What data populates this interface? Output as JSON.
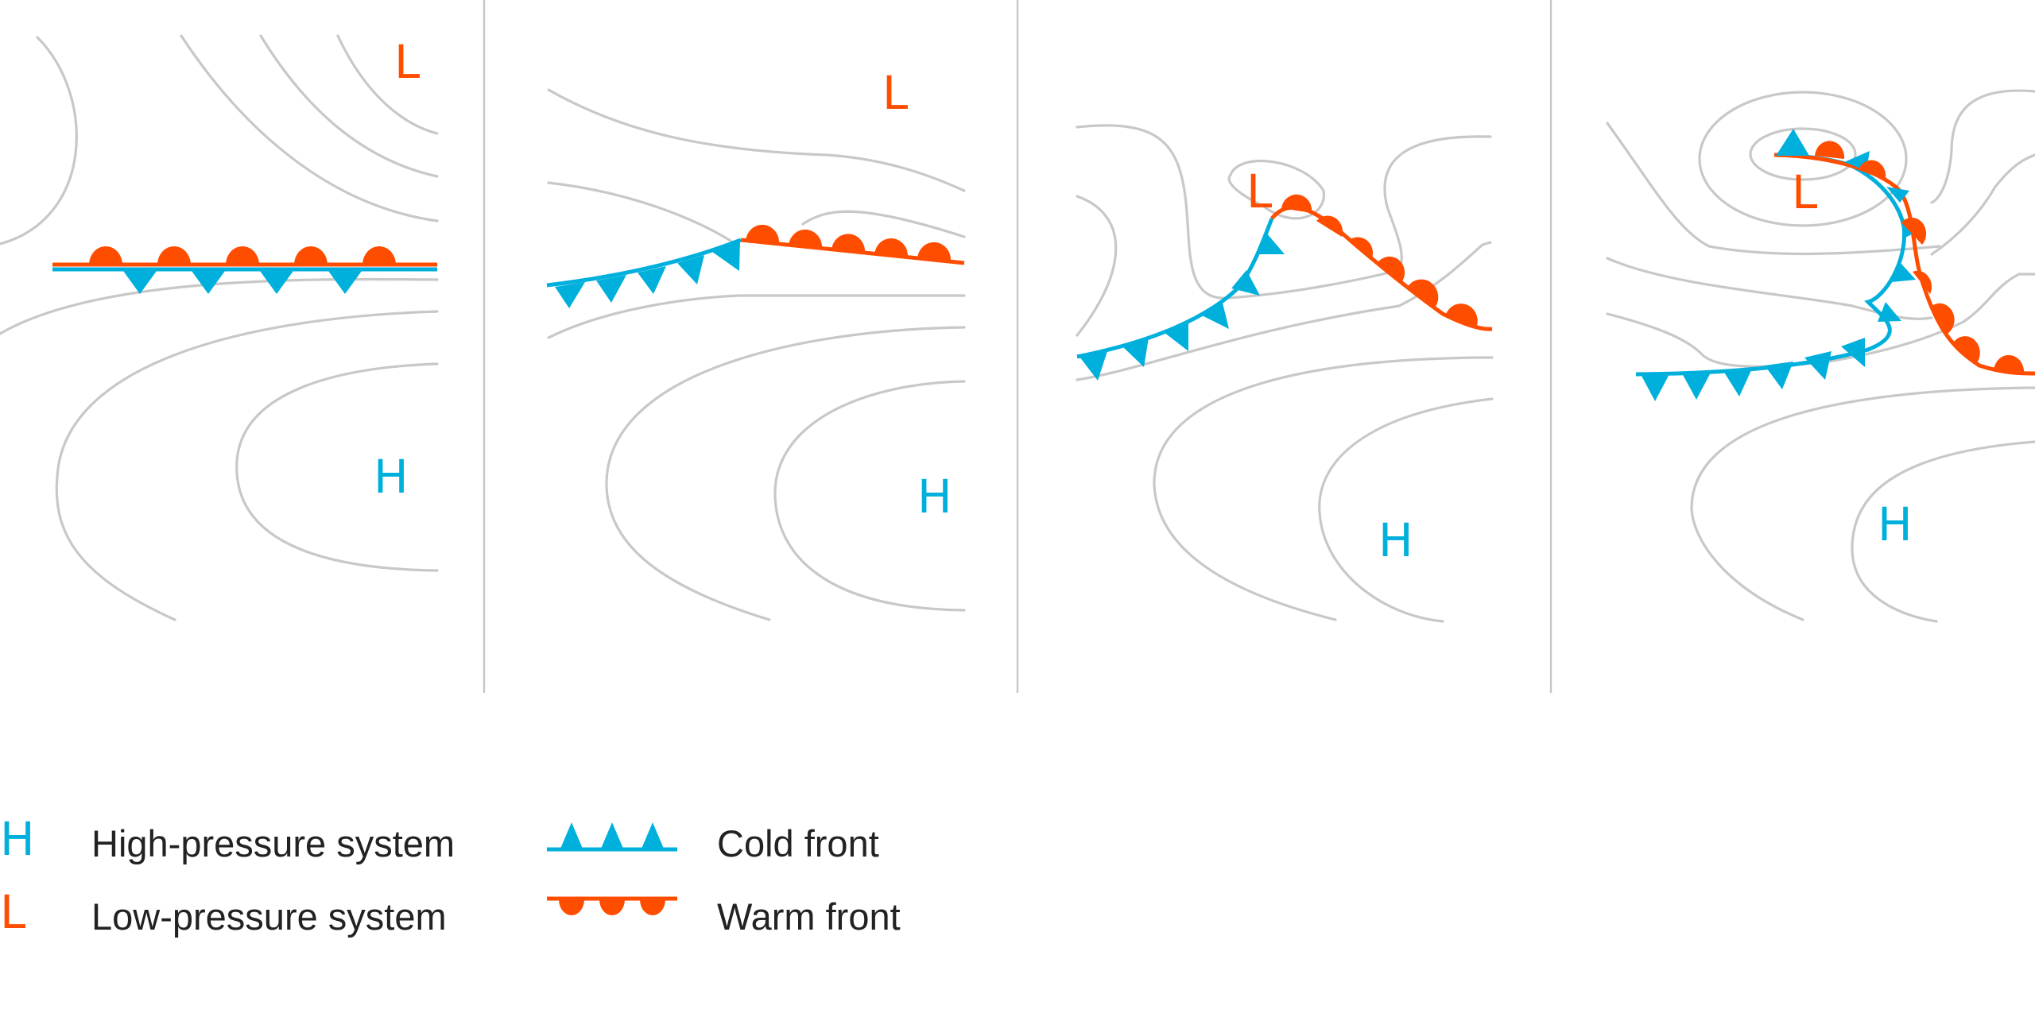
{
  "colors": {
    "cold": "#00b0dc",
    "warm": "#ff4d00",
    "isobar": "#c8c8c8",
    "divider": "#c6c6c6",
    "text": "#222222"
  },
  "panels": [
    {
      "high_label": "H",
      "low_label": "L"
    },
    {
      "high_label": "H",
      "low_label": "L"
    },
    {
      "high_label": "H",
      "low_label": "L"
    },
    {
      "high_label": "H",
      "low_label": "L"
    }
  ],
  "legend": {
    "high": {
      "symbol": "H",
      "label": "High-pressure system"
    },
    "low": {
      "symbol": "L",
      "label": "Low-pressure system"
    },
    "cold": {
      "label": "Cold front"
    },
    "warm": {
      "label": "Warm front"
    }
  }
}
